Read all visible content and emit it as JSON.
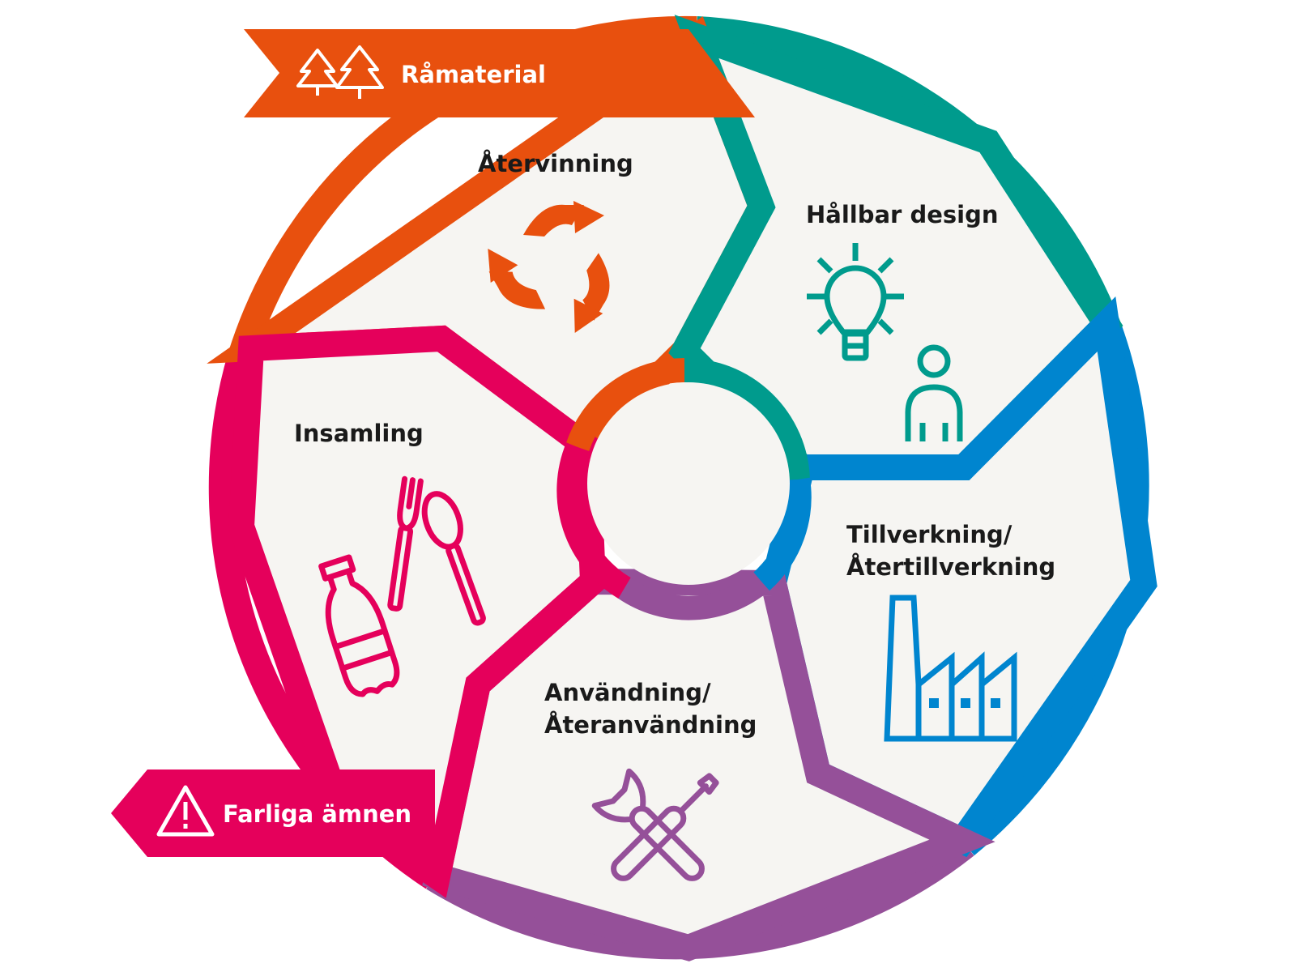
{
  "segments": [
    {
      "id": "atervinning",
      "label_lines": [
        "Återvinning"
      ],
      "color": "#E8500E",
      "icon": "recycle-icon"
    },
    {
      "id": "hallbar-design",
      "label_lines": [
        "Hållbar design"
      ],
      "color": "#009B8D",
      "icon": "lightbulb-person-icon"
    },
    {
      "id": "tillverkning",
      "label_lines": [
        "Tillverkning/",
        "Återtillverkning"
      ],
      "color": "#0085CF",
      "icon": "factory-icon"
    },
    {
      "id": "anvandning",
      "label_lines": [
        "Användning/",
        "Återanvändning"
      ],
      "color": "#955099",
      "icon": "wrench-screwdriver-icon"
    },
    {
      "id": "insamling",
      "label_lines": [
        "Insamling"
      ],
      "color": "#E5005B",
      "icon": "bottle-cutlery-icon"
    }
  ],
  "banners": {
    "ramaterial": {
      "label": "Råmaterial",
      "color": "#E8500E",
      "icon": "trees-icon"
    },
    "farliga": {
      "label": "Farliga ämnen",
      "color": "#E5005B",
      "icon": "warning-icon"
    }
  },
  "colors": {
    "fill": "#F6F5F2"
  }
}
